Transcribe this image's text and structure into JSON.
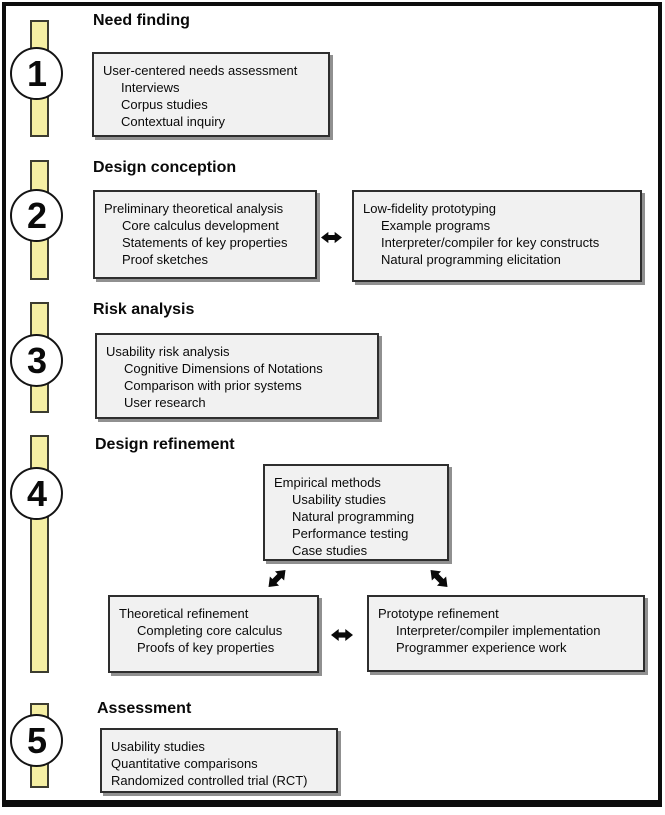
{
  "figure": {
    "kind": "process-flow-diagram",
    "colors": {
      "background": "#ffffff",
      "frame_border": "#0d0d0d",
      "bar_fill": "#f5efa3",
      "bar_border": "#3c3c30",
      "box_fill": "#f1f1f1",
      "box_border": "#2e2e2e",
      "box_shadow": "#909090",
      "circle_fill": "#ffffff",
      "arrow": "#0a0a0a",
      "text": "#0a0a0a"
    },
    "icons": {
      "horizontal_arrow": "double-headed-horizontal-arrow",
      "diagonal_arrow_ne_sw": "double-headed-diagonal-arrow-ne-sw",
      "diagonal_arrow_nw_se": "double-headed-diagonal-arrow-nw-se"
    }
  },
  "stages": [
    {
      "number": "1",
      "title": "Need finding",
      "box": {
        "header": "User-centered needs assessment",
        "items": [
          "Interviews",
          "Corpus studies",
          "Contextual inquiry"
        ]
      }
    },
    {
      "number": "2",
      "title": "Design conception",
      "left_box": {
        "header": "Preliminary theoretical analysis",
        "items": [
          "Core calculus development",
          "Statements of key properties",
          "Proof sketches"
        ]
      },
      "right_box": {
        "header": "Low-fidelity prototyping",
        "items": [
          "Example programs",
          "Interpreter/compiler for key constructs",
          "Natural programming elicitation"
        ]
      }
    },
    {
      "number": "3",
      "title": "Risk analysis",
      "box": {
        "header": "Usability risk analysis",
        "items": [
          "Cognitive Dimensions of Notations",
          "Comparison with prior systems",
          "User research"
        ]
      }
    },
    {
      "number": "4",
      "title": "Design refinement",
      "top_box": {
        "header": "Empirical methods",
        "items": [
          "Usability studies",
          "Natural programming",
          "Performance testing",
          "Case studies"
        ]
      },
      "left_box": {
        "header": "Theoretical refinement",
        "items": [
          "Completing core calculus",
          "Proofs of key properties"
        ]
      },
      "right_box": {
        "header": "Prototype refinement",
        "items": [
          "Interpreter/compiler implementation",
          "Programmer experience work"
        ]
      }
    },
    {
      "number": "5",
      "title": "Assessment",
      "box": {
        "items": [
          "Usability studies",
          "Quantitative comparisons",
          "Randomized controlled trial (RCT)"
        ]
      }
    }
  ]
}
